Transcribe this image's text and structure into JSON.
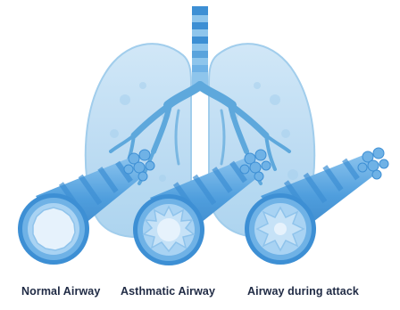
{
  "captions": {
    "normal": "Normal Airway",
    "asthmatic": "Asthmatic Airway",
    "attack": "Airway during attack"
  },
  "colors": {
    "lung_fill": "#bcdcf2",
    "lung_outline": "#9ccbeb",
    "bronchi": "#5ea8dc",
    "airway_outer": "#3d8fd4",
    "airway_mid": "#6fb2e6",
    "airway_inner": "#a9d3f3",
    "airway_lumen": "#e6f2fc",
    "mucosa": "#c6e2f7",
    "caption_text": "#1f2a44"
  },
  "airways": [
    {
      "id": "normal",
      "state": "open round lumen"
    },
    {
      "id": "asthmatic",
      "state": "inflamed folded lining"
    },
    {
      "id": "attack",
      "state": "constricted narrow lumen"
    }
  ]
}
